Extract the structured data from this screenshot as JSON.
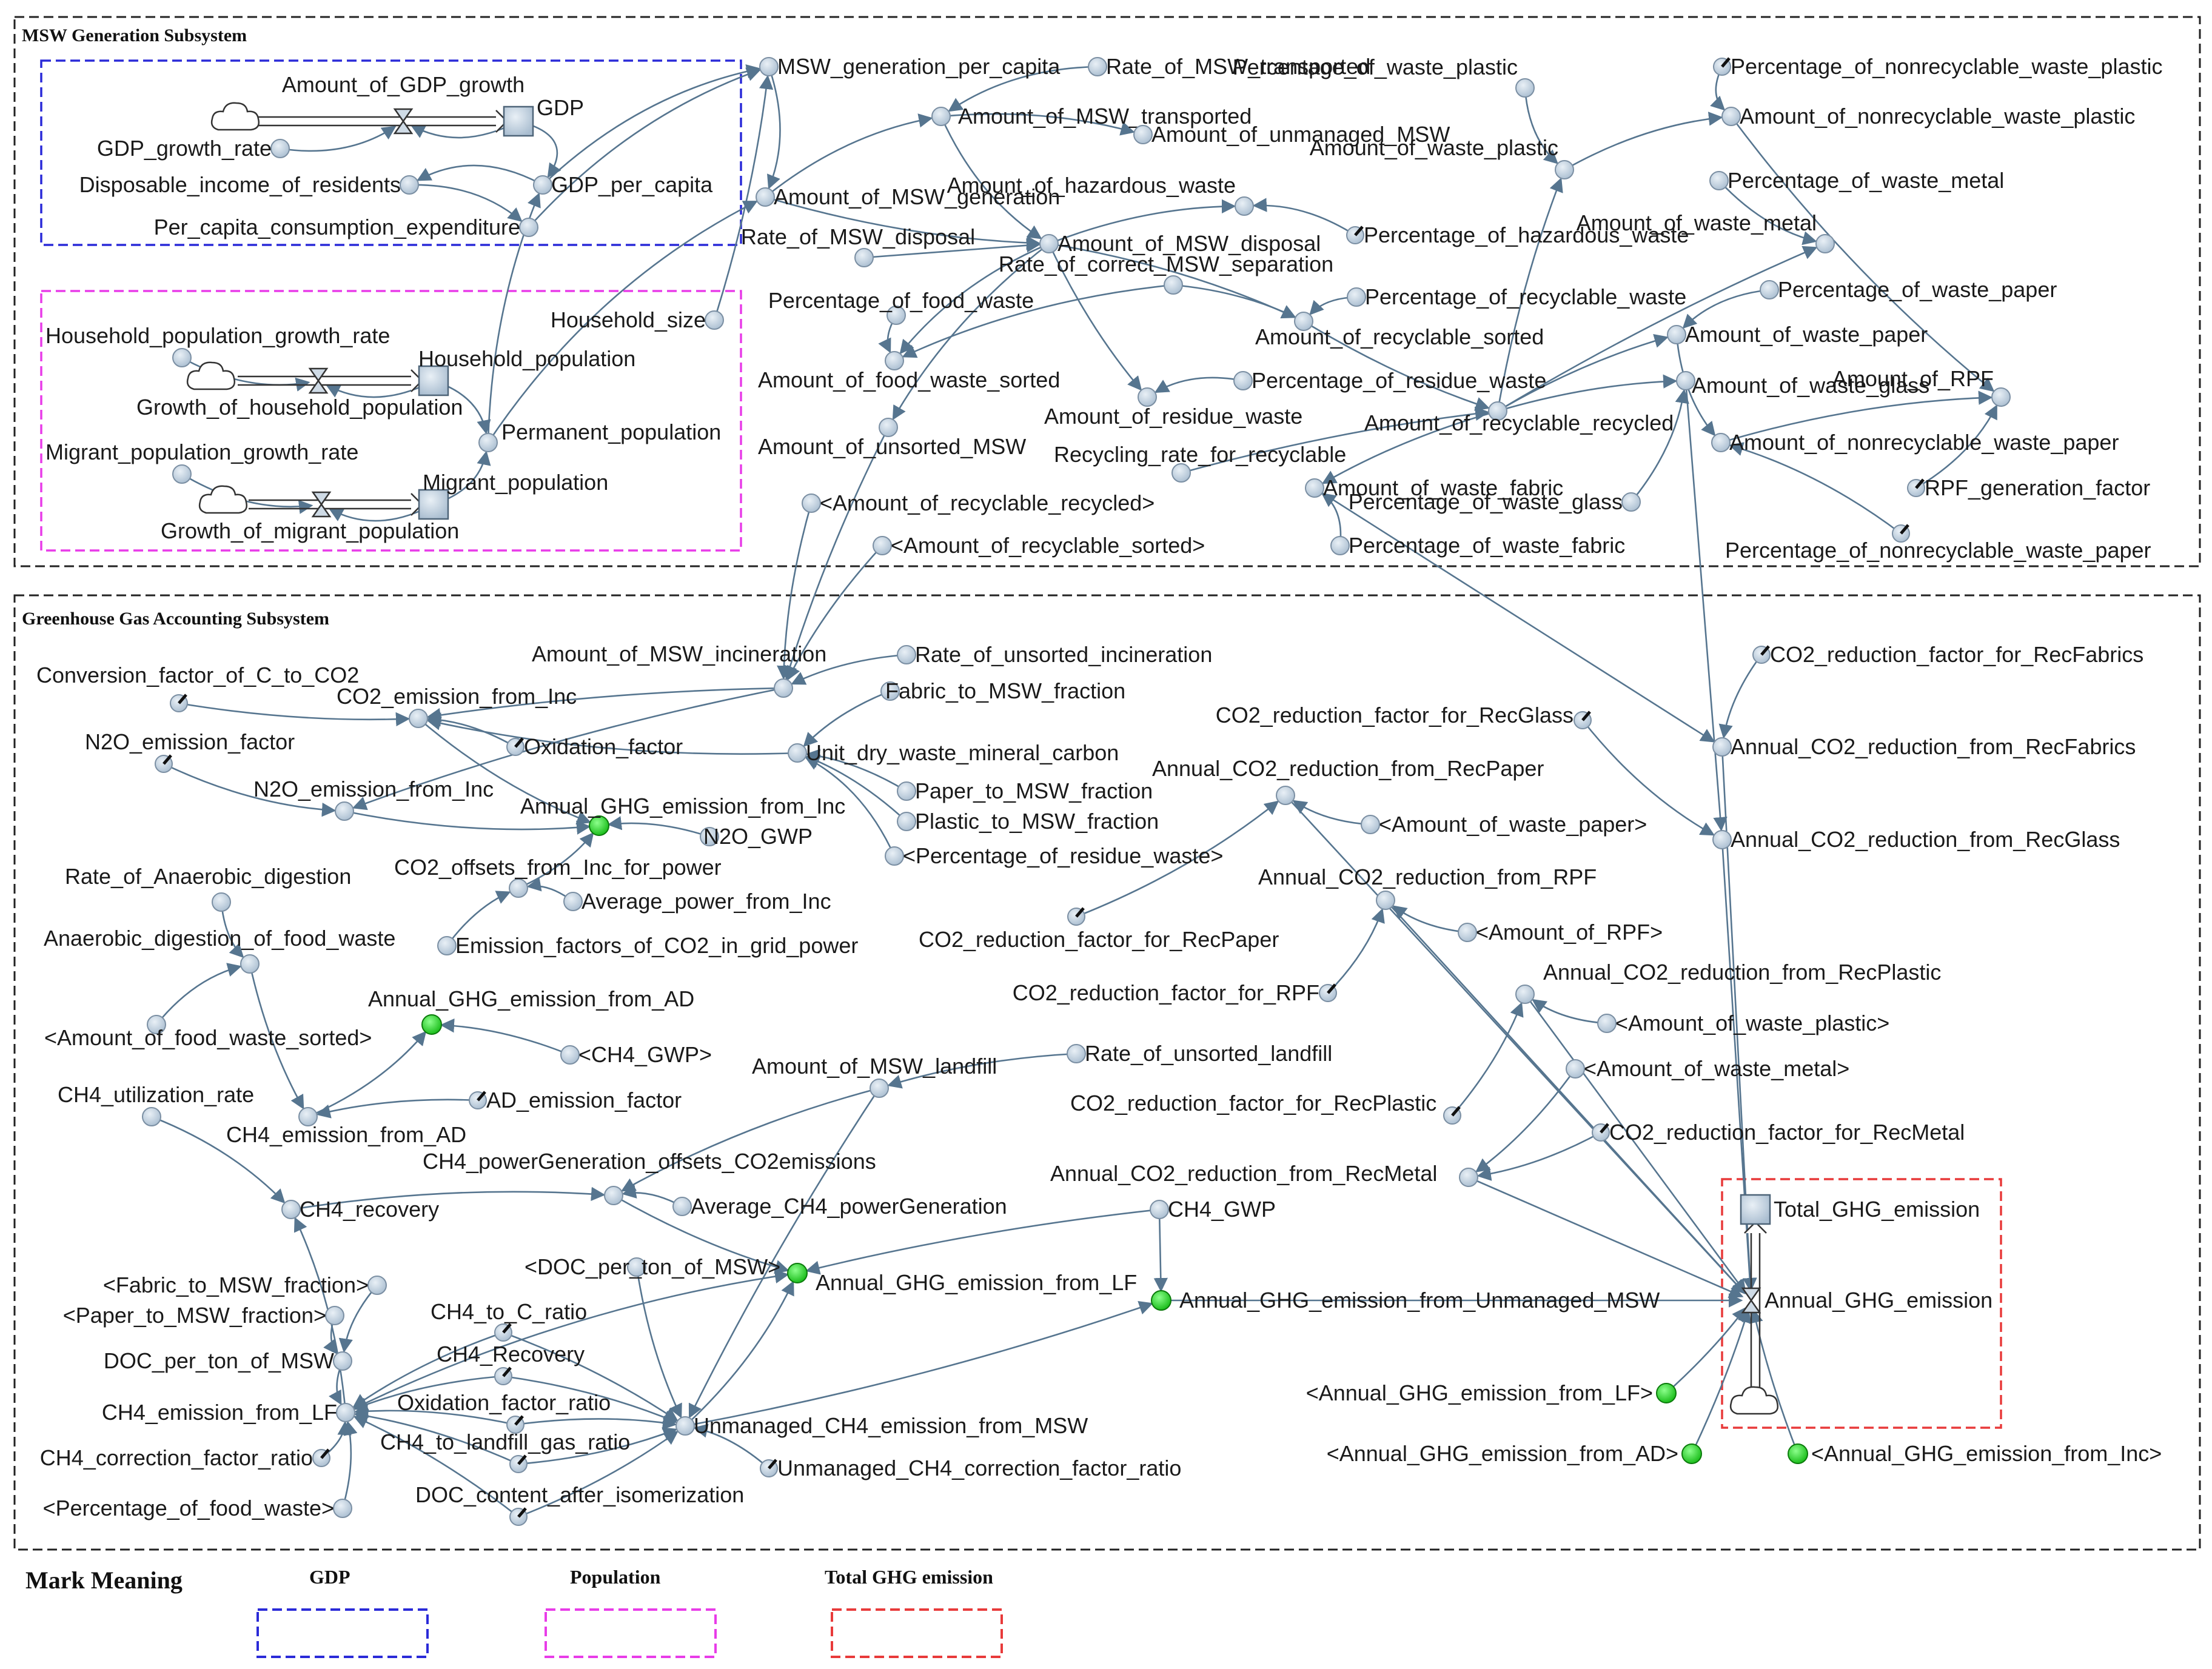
{
  "subsystems": {
    "msw_title": "MSW Generation  Subsystem",
    "ghg_title": "Greenhouse Gas Accounting Subsystem"
  },
  "legend": {
    "title": "Mark Meaning",
    "items": [
      {
        "label": "GDP",
        "color": "#2a2ad8"
      },
      {
        "label": "Population",
        "color": "#e83ce8"
      },
      {
        "label": "Total GHG emission",
        "color": "#e83a3a"
      }
    ]
  },
  "colors": {
    "node_fill": "#b9cbdc",
    "node_stroke": "#7b8fa3",
    "green": "#1fd51f",
    "arrow": "#56758f",
    "frame": "#222222"
  },
  "nodes": {
    "msw_generation_per_capita": "MSW_generation_per_capita",
    "rate_msw_transported": "Rate_of_MSW_transported",
    "pct_waste_plastic": "Percentage_of_waste_plastic",
    "pct_nonrec_plastic": "Percentage_of_nonrecyclable_waste_plastic",
    "amount_gdp_growth": "Amount_of_GDP_growth",
    "gdp": "GDP",
    "amount_msw_transported": "Amount_of_MSW_transported",
    "amount_nonrec_plastic": "Amount_of_nonrecyclable_waste_plastic",
    "gdp_growth_rate": "GDP_growth_rate",
    "amount_unmanaged_msw": "Amount_of_unmanaged_MSW",
    "amount_waste_plastic": "Amount_of_waste_plastic",
    "disposable_income": "Disposable_income_of_residents",
    "gdp_per_capita": "GDP_per_capita",
    "amount_hazardous": "Amount_of_hazardous_waste",
    "pct_waste_metal": "Percentage_of_waste_metal",
    "amount_msw_generation": "Amount_of_MSW_generation",
    "per_capita_consumption": "Per_capita_consumption_expenditure",
    "pct_hazardous": "Percentage_of_hazardous_waste",
    "amount_waste_metal": "Amount_of_waste_metal",
    "rate_msw_disposal": "Rate_of_MSW_disposal",
    "amount_msw_disposal": "Amount_of_MSW_disposal",
    "rate_correct_separation": "Rate_of_correct_MSW_separation",
    "pct_waste_paper": "Percentage_of_waste_paper",
    "pct_food_waste": "Percentage_of_food_waste",
    "pct_recyclable": "Percentage_of_recyclable_waste",
    "household_size": "Household_size",
    "amount_recyclable_sorted": "Amount_of_recyclable_sorted",
    "amount_waste_paper": "Amount_of_waste_paper",
    "household_pop_growth_rate": "Household_population_growth_rate",
    "household_population": "Household_population",
    "amount_food_sorted": "Amount_of_food_waste_sorted",
    "pct_residue": "Percentage_of_residue_waste",
    "amount_waste_glass": "Amount_of_waste_glass",
    "amount_rpf": "Amount_of_RPF",
    "growth_household_pop": "Growth_of_household_population",
    "amount_residue": "Amount_of_residue_waste",
    "amount_recyclable_recycled": "Amount_of_recyclable_recycled",
    "permanent_population": "Permanent_population",
    "amount_nonrec_paper": "Amount_of_nonrecyclable_waste_paper",
    "amount_unsorted": "Amount_of_unsorted_MSW",
    "recycling_rate": "Recycling_rate_for_recyclable",
    "migrant_pop_growth_rate": "Migrant_population_growth_rate",
    "migrant_population": "Migrant_population",
    "amount_waste_fabric": "Amount_of_waste_fabric",
    "rpf_factor": "RPF_generation_factor",
    "shadow_recyclable_recycled": "<Amount_of_recyclable_recycled>",
    "pct_waste_glass": "Percentage_of_waste_glass",
    "growth_migrant_pop": "Growth_of_migrant_population",
    "pct_waste_fabric": "Percentage_of_waste_fabric",
    "shadow_recyclable_sorted": "<Amount_of_recyclable_sorted>",
    "pct_nonrec_paper": "Percentage_of_nonrecyclable_waste_paper",
    "amount_msw_incineration": "Amount_of_MSW_incineration",
    "rate_unsorted_incineration": "Rate_of_unsorted_incineration",
    "co2_red_recfabrics": "CO2_reduction_factor_for_RecFabrics",
    "conversion_factor": "Conversion_factor_of_C_to_CO2",
    "fabric_fraction": "Fabric_to_MSW_fraction",
    "co2_emission_inc": "CO2_emission_from_Inc",
    "co2_red_recglass": "CO2_reduction_factor_for_RecGlass",
    "n2o_factor": "N2O_emission_factor",
    "oxidation_factor": "Oxidation_factor",
    "unit_dry_waste": "Unit_dry_waste_mineral_carbon",
    "annual_red_recfabrics": "Annual_CO2_reduction_from_RecFabrics",
    "annual_red_recpaper": "Annual_CO2_reduction_from_RecPaper",
    "n2o_emission_inc": "N2O_emission_from_Inc",
    "paper_fraction": "Paper_to_MSW_fraction",
    "annual_ghg_inc": "Annual_GHG_emission_from_Inc",
    "plastic_fraction": "Plastic_to_MSW_fraction",
    "shadow_waste_paper": "<Amount_of_waste_paper>",
    "n2o_gwp": "N2O_GWP",
    "annual_red_recglass": "Annual_CO2_reduction_from_RecGlass",
    "co2_offsets_inc": "CO2_offsets_from_Inc_for_power",
    "shadow_pct_residue": "<Percentage_of_residue_waste>",
    "rate_anaerobic": "Rate_of_Anaerobic_digestion",
    "annual_red_rpf": "Annual_CO2_reduction_from_RPF",
    "average_power_inc": "Average_power_from_Inc",
    "ad_food_waste": "Anaerobic_digestion_of_food_waste",
    "shadow_rpf": "<Amount_of_RPF>",
    "co2_red_recpaper": "CO2_reduction_factor_for_RecPaper",
    "emission_factors_grid": "Emission_factors_of_CO2_in_grid_power",
    "annual_red_recplastic": "Annual_CO2_reduction_from_RecPlastic",
    "annual_ghg_ad": "Annual_GHG_emission_from_AD",
    "co2_red_rpf": "CO2_reduction_factor_for_RPF",
    "shadow_waste_plastic": "<Amount_of_waste_plastic>",
    "shadow_food_sorted": "<Amount_of_food_waste_sorted>",
    "shadow_ch4_gwp_top": "<CH4_GWP>",
    "rate_unsorted_landfill": "Rate_of_unsorted_landfill",
    "amount_msw_landfill": "Amount_of_MSW_landfill",
    "shadow_waste_metal": "<Amount_of_waste_metal>",
    "ch4_utilization": "CH4_utilization_rate",
    "ad_emission_factor": "AD_emission_factor",
    "co2_red_recplastic": "CO2_reduction_factor_for_RecPlastic",
    "ch4_emission_ad": "CH4_emission_from_AD",
    "co2_red_recmetal": "CO2_reduction_factor_for_RecMetal",
    "ch4_power_offsets": "CH4_powerGeneration_offsets_CO2emissions",
    "annual_red_recmetal": "Annual_CO2_reduction_from_RecMetal",
    "ch4_recovery": "CH4_recovery",
    "average_ch4_power": "Average_CH4_powerGeneration",
    "ch4_gwp": "CH4_GWP",
    "total_ghg": "Total_GHG_emission",
    "shadow_doc_per_ton": "<DOC_per_ton_of_MSW>",
    "annual_ghg_lf": "Annual_GHG_emission_from_LF",
    "shadow_fabric_fraction": "<Fabric_to_MSW_fraction>",
    "annual_ghg_unmanaged": "Annual_GHG_emission_from_Unmanaged_MSW",
    "annual_ghg": "Annual_GHG_emission",
    "shadow_paper_fraction": "<Paper_to_MSW_fraction>",
    "ch4_to_c_ratio": "CH4_to_C_ratio",
    "doc_per_ton": "DOC_per_ton_of_MSW",
    "ch4_recovery2": "CH4_Recovery",
    "shadow_ghg_lf": "<Annual_GHG_emission_from_LF>",
    "oxidation_factor_ratio": "Oxidation_factor_ratio",
    "ch4_emission_lf": "CH4_emission_from_LF",
    "unmanaged_ch4": "Unmanaged_CH4_emission_from_MSW",
    "ch4_to_landfill_gas": "CH4_to_landfill_gas_ratio",
    "ch4_correction": "CH4_correction_factor_ratio",
    "shadow_ghg_ad": "<Annual_GHG_emission_from_AD>",
    "shadow_ghg_inc": "<Annual_GHG_emission_from_Inc>",
    "unmanaged_ch4_correction": "Unmanaged_CH4_correction_factor_ratio",
    "doc_after_isomerization": "DOC_content_after_isomerization",
    "shadow_pct_food": "<Percentage_of_food_waste>"
  }
}
